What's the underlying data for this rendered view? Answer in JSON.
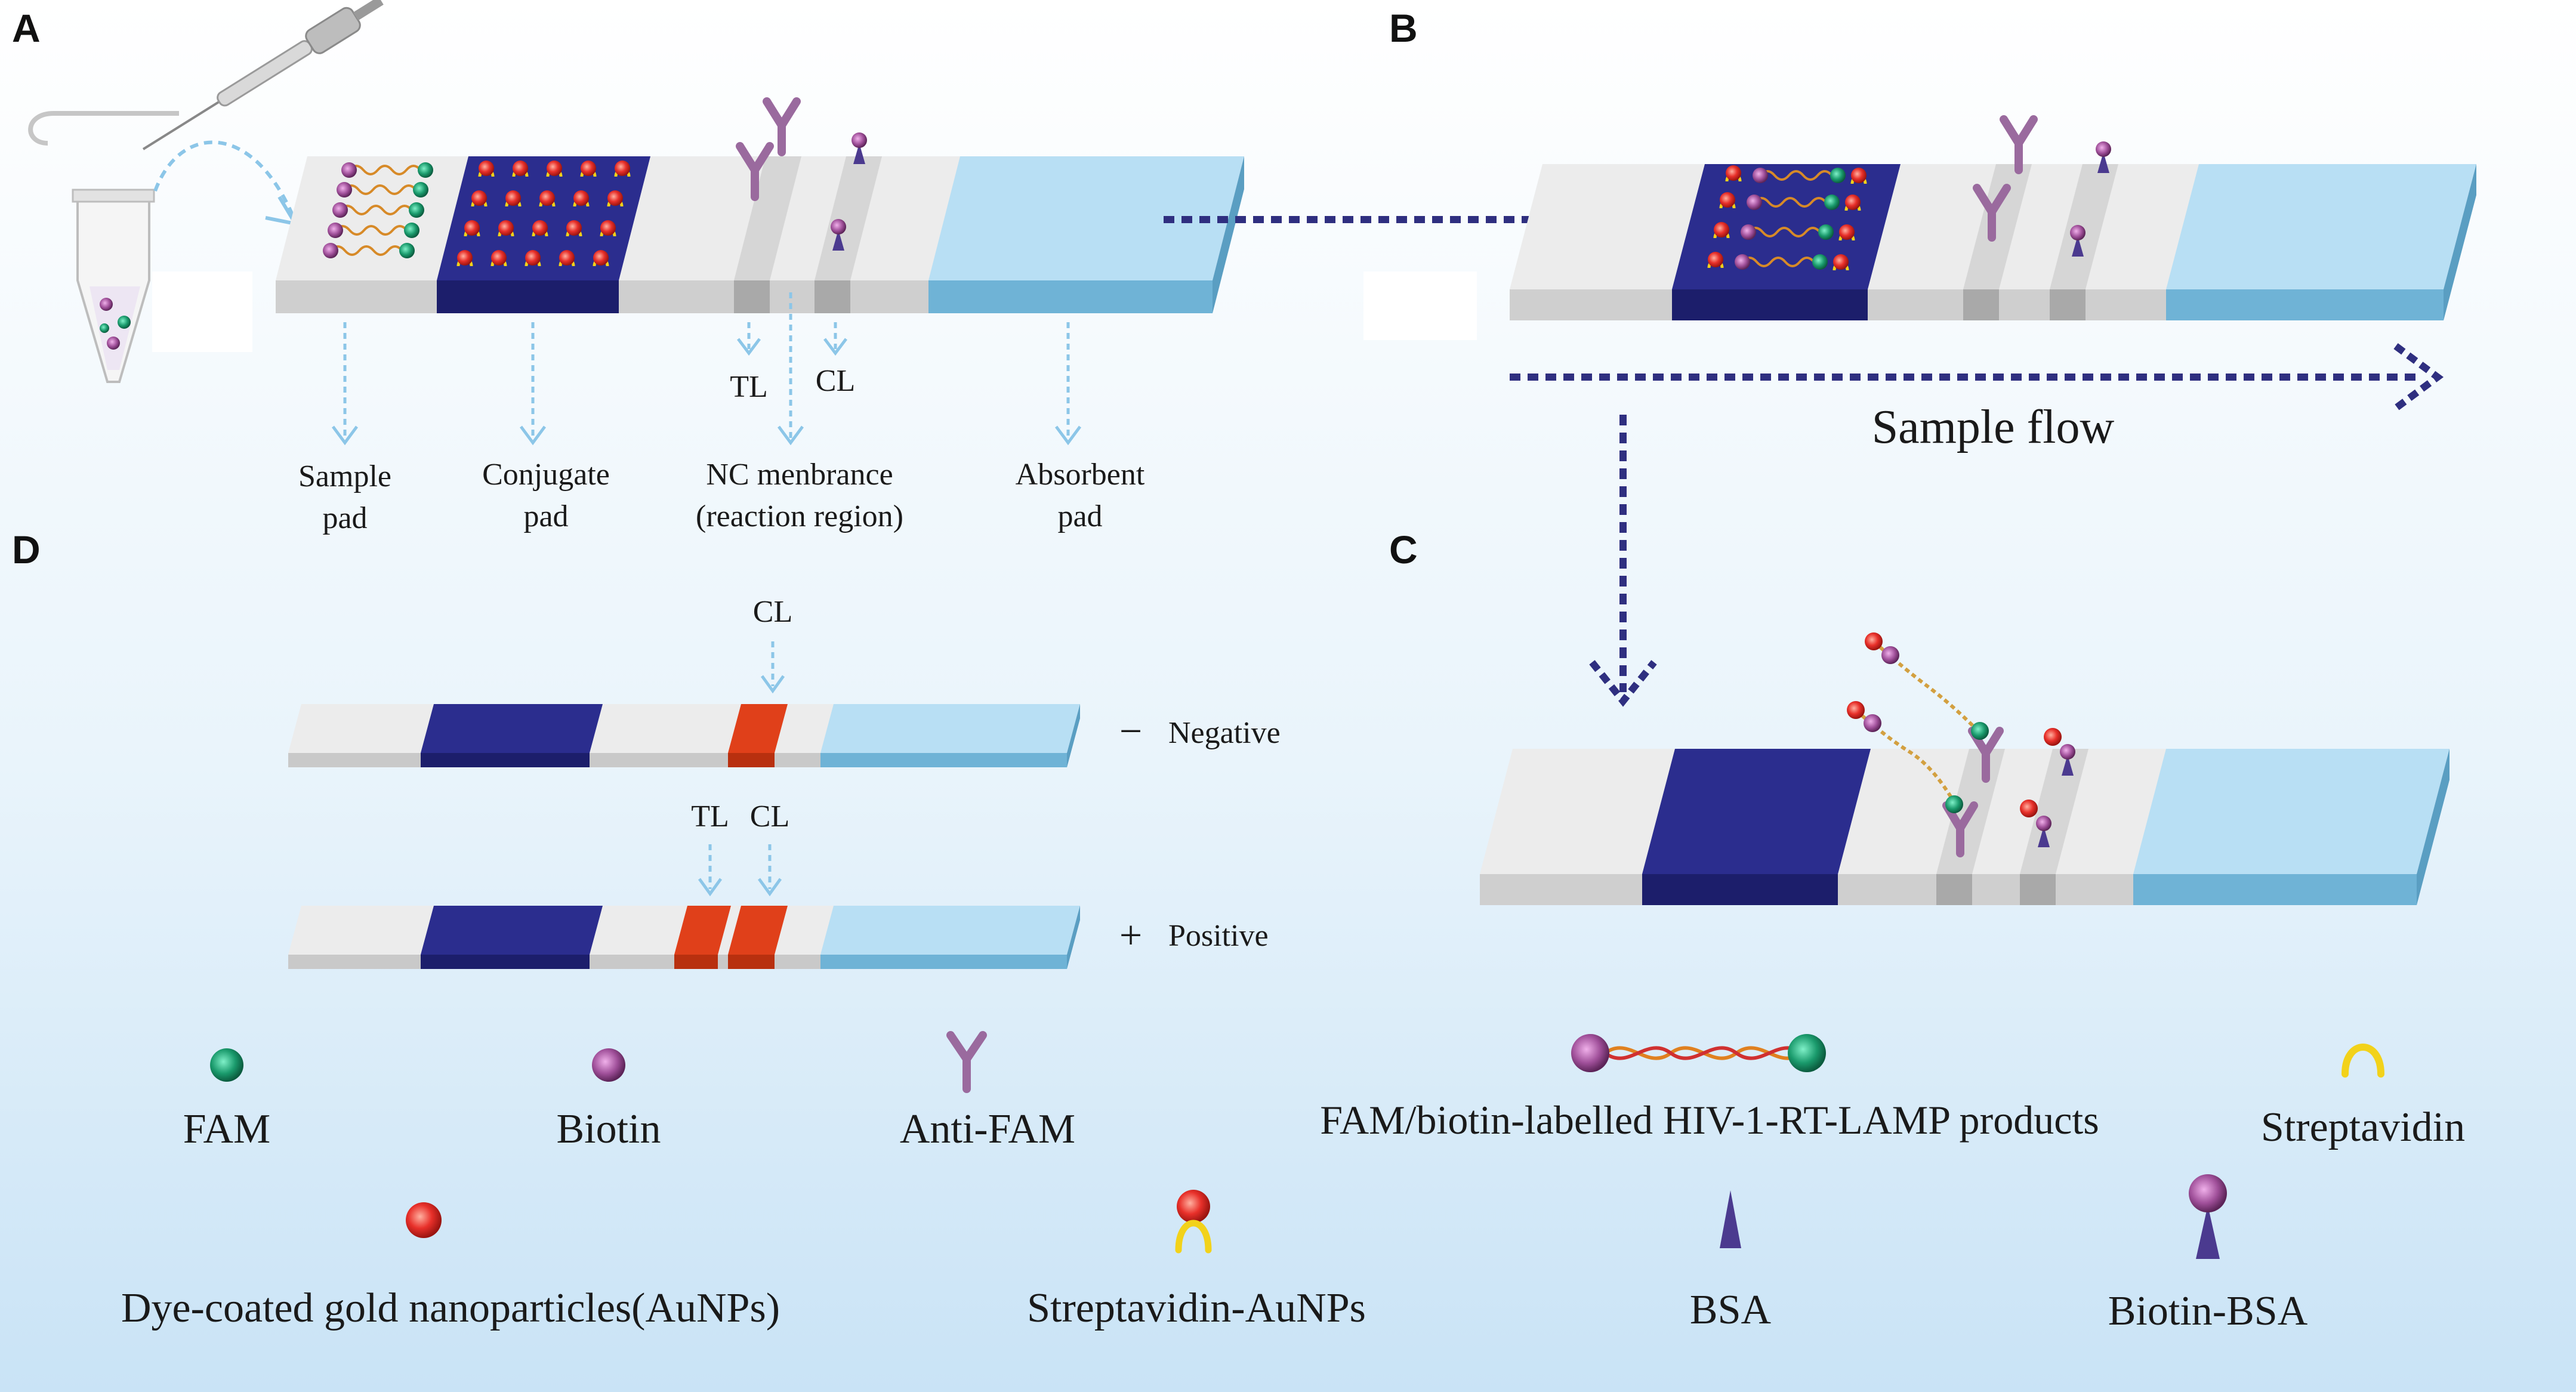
{
  "panels": {
    "a": "A",
    "b": "B",
    "c": "C",
    "d": "D"
  },
  "colors": {
    "background_top": "#ffffff",
    "background_bottom": "#c9e3f6",
    "strip": "#ececec",
    "strip_edge": "#c4c4c4",
    "conjugate_pad": "#2b2d8e",
    "conjugate_pad_edge": "#1c1e6b",
    "absorbent_pad": "#b8dff4",
    "absorbent_edge": "#6fb3d6",
    "line_marker": "#e0401a",
    "arrow_flow": "#2f2f80",
    "arrow_label": "#8cc6e8",
    "antibody": "#9a6a9e",
    "bsa": "#4b3a8f",
    "fam": "#1a9a6c",
    "biotin": "#a0509a",
    "aunp": "#e0302a",
    "streptavidin": "#f2d21a"
  },
  "panel_a": {
    "labels": {
      "tl": "TL",
      "cl": "CL",
      "sample_pad": [
        "Sample",
        "pad"
      ],
      "conjugate_pad": [
        "Conjugate",
        "pad"
      ],
      "nc_membrane": [
        "NC menbrance",
        "(reaction region)"
      ],
      "absorbent_pad": [
        "Absorbent",
        "pad"
      ]
    }
  },
  "panel_b": {
    "sample_flow": "Sample flow"
  },
  "panel_d": {
    "cl": "CL",
    "tl": "TL",
    "negative_sign": "−",
    "negative": "Negative",
    "positive_sign": "+",
    "positive": "Positive"
  },
  "legend": {
    "fam": "FAM",
    "biotin": "Biotin",
    "anti_fam": "Anti-FAM",
    "lamp_products": "FAM/biotin-labelled HIV-1-RT-LAMP products",
    "streptavidin": "Streptavidin",
    "aunps": "Dye-coated gold nanoparticles(AuNPs)",
    "streptavidin_aunps": "Streptavidin-AuNPs",
    "bsa": "BSA",
    "biotin_bsa": "Biotin-BSA"
  }
}
